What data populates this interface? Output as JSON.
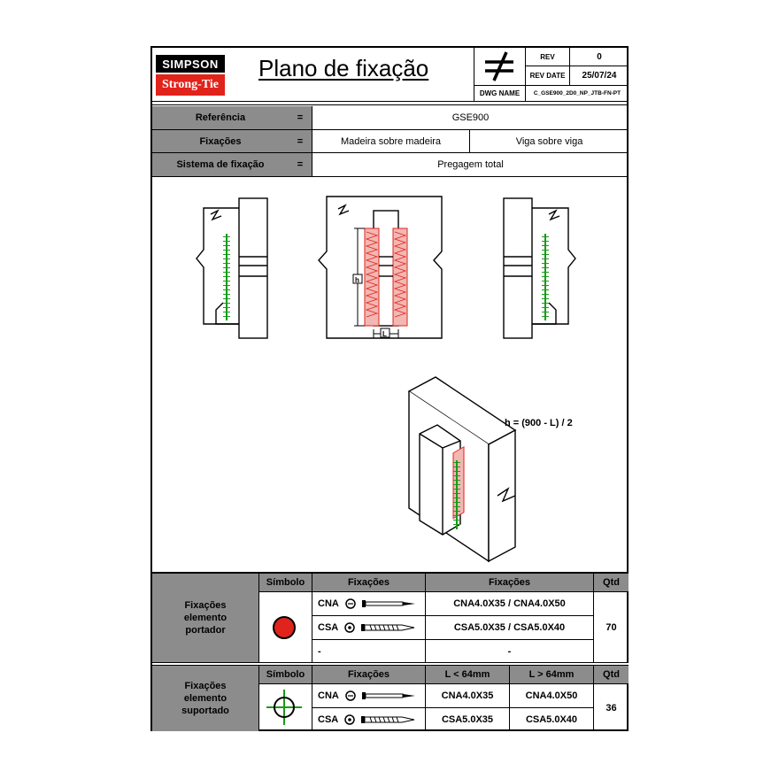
{
  "logo": {
    "top": "SIMPSON",
    "bottom": "Strong-Tie"
  },
  "title": "Plano de fixação",
  "titleblock": {
    "rev_label": "REV",
    "rev_value": "0",
    "rev_date_label": "REV DATE",
    "rev_date_value": "25/07/24",
    "dwg_name_label": "DWG NAME",
    "dwg_name_value": "C_GSE900_2D0_NP_JTB-FN-PT"
  },
  "info": {
    "referencia_label": "Referência",
    "referencia_value": "GSE900",
    "fixacoes_label": "Fixações",
    "fixacoes_value_1": "Madeira sobre madeira",
    "fixacoes_value_2": "Viga sobre viga",
    "sistema_label": "Sistema de fixação",
    "sistema_value": "Pregagem total",
    "equals": "="
  },
  "drawing": {
    "formula": "h = (900 - L) / 2",
    "dim_h": "h",
    "dim_l": "L"
  },
  "table1": {
    "row_label": "Fixações elemento portador",
    "col_simbolo": "Símbolo",
    "col_fixacoes": "Fixações",
    "col_fixacoes2": "Fixações",
    "col_qtd": "Qtd",
    "rows": [
      {
        "code": "CNA",
        "value": "CNA4.0X35 / CNA4.0X50"
      },
      {
        "code": "CSA",
        "value": "CSA5.0X35 / CSA5.0X40"
      },
      {
        "code": "-",
        "value": "-"
      }
    ],
    "qtd": "70"
  },
  "table2": {
    "row_label": "Fixações elemento suportado",
    "col_simbolo": "Símbolo",
    "col_fixacoes": "Fixações",
    "col_l_small": "L < 64mm",
    "col_l_big": "L > 64mm",
    "col_qtd": "Qtd",
    "rows": [
      {
        "code": "CNA",
        "small": "CNA4.0X35",
        "big": "CNA4.0X50"
      },
      {
        "code": "CSA",
        "small": "CSA5.0X35",
        "big": "CSA5.0X40"
      }
    ],
    "qtd": "36"
  },
  "colors": {
    "red": "#e0231b",
    "green": "#1a9a1a",
    "gray": "#8c8c8c"
  }
}
